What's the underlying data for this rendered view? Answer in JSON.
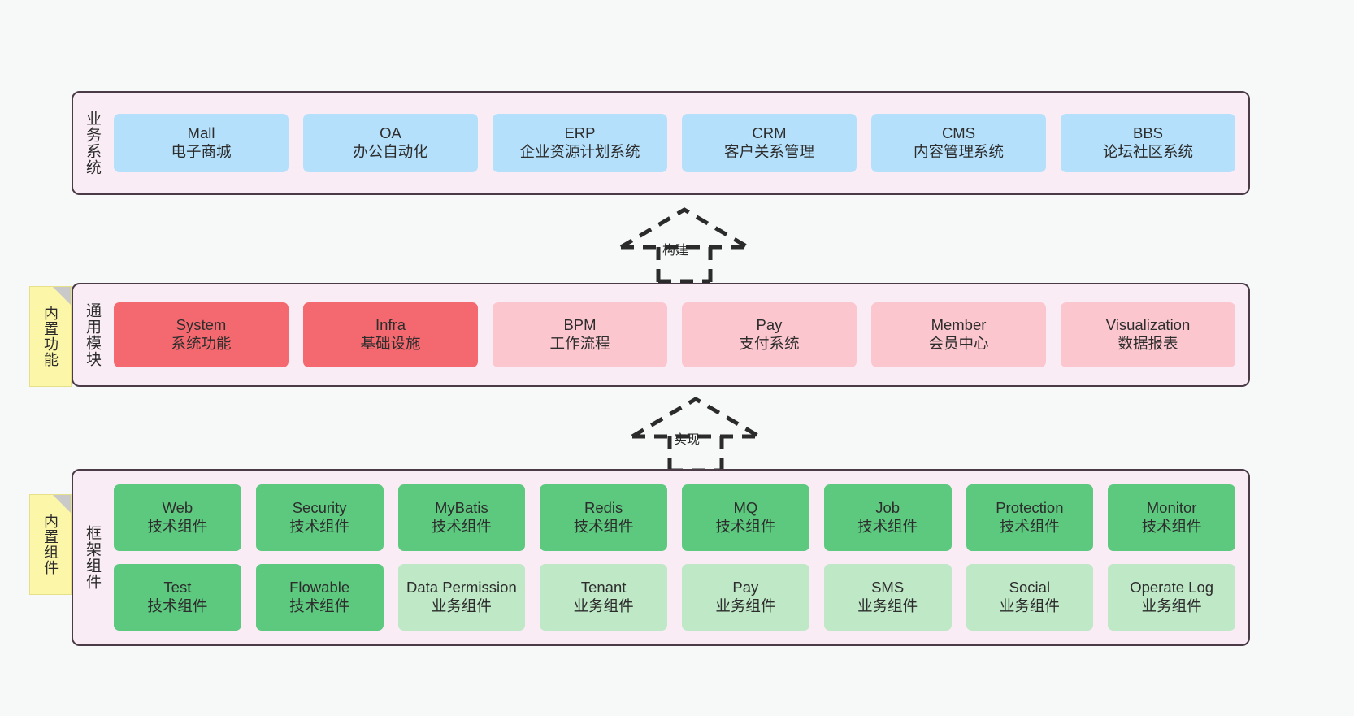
{
  "diagram": {
    "title": "",
    "colors": {
      "panel_bg": "#f9ecf5",
      "panel_border": "#4a3b47",
      "business": "#b5e0fb",
      "module_core": "#f4696f",
      "module_optional": "#fbc6ce",
      "tech_component": "#5dc97f",
      "biz_component": "#bfe8c7",
      "note": "#fcf7a8"
    }
  },
  "layers": {
    "business": {
      "title": "业务系统",
      "items": [
        {
          "name": "Mall",
          "desc": "电子商城"
        },
        {
          "name": "OA",
          "desc": "办公自动化"
        },
        {
          "name": "ERP",
          "desc": "企业资源计划系统"
        },
        {
          "name": "CRM",
          "desc": "客户关系管理"
        },
        {
          "name": "CMS",
          "desc": "内容管理系统"
        },
        {
          "name": "BBS",
          "desc": "论坛社区系统"
        }
      ]
    },
    "common": {
      "title": "通用模块",
      "note": "内置功能",
      "items": [
        {
          "name": "System",
          "desc": "系统功能"
        },
        {
          "name": "Infra",
          "desc": "基础设施"
        },
        {
          "name": "BPM",
          "desc": "工作流程"
        },
        {
          "name": "Pay",
          "desc": "支付系统"
        },
        {
          "name": "Member",
          "desc": "会员中心"
        },
        {
          "name": "Visualization",
          "desc": "数据报表"
        }
      ]
    },
    "framework": {
      "title": "框架组件",
      "note": "内置组件",
      "row1": [
        {
          "name": "Web",
          "desc": "技术组件"
        },
        {
          "name": "Security",
          "desc": "技术组件"
        },
        {
          "name": "MyBatis",
          "desc": "技术组件"
        },
        {
          "name": "Redis",
          "desc": "技术组件"
        },
        {
          "name": "MQ",
          "desc": "技术组件"
        },
        {
          "name": "Job",
          "desc": "技术组件"
        },
        {
          "name": "Protection",
          "desc": "技术组件"
        },
        {
          "name": "Monitor",
          "desc": "技术组件"
        }
      ],
      "row2": [
        {
          "name": "Test",
          "desc": "技术组件"
        },
        {
          "name": "Flowable",
          "desc": "技术组件"
        },
        {
          "name": "Data Permission",
          "desc": "业务组件"
        },
        {
          "name": "Tenant",
          "desc": "业务组件"
        },
        {
          "name": "Pay",
          "desc": "业务组件"
        },
        {
          "name": "SMS",
          "desc": "业务组件"
        },
        {
          "name": "Social",
          "desc": "业务组件"
        },
        {
          "name": "Operate Log",
          "desc": "业务组件"
        }
      ]
    }
  },
  "connectors": [
    {
      "id": "build",
      "label": "构建",
      "from": "通用模块",
      "to": "业务系统"
    },
    {
      "id": "impl",
      "label": "实现",
      "from": "框架组件",
      "to": "通用模块"
    }
  ]
}
